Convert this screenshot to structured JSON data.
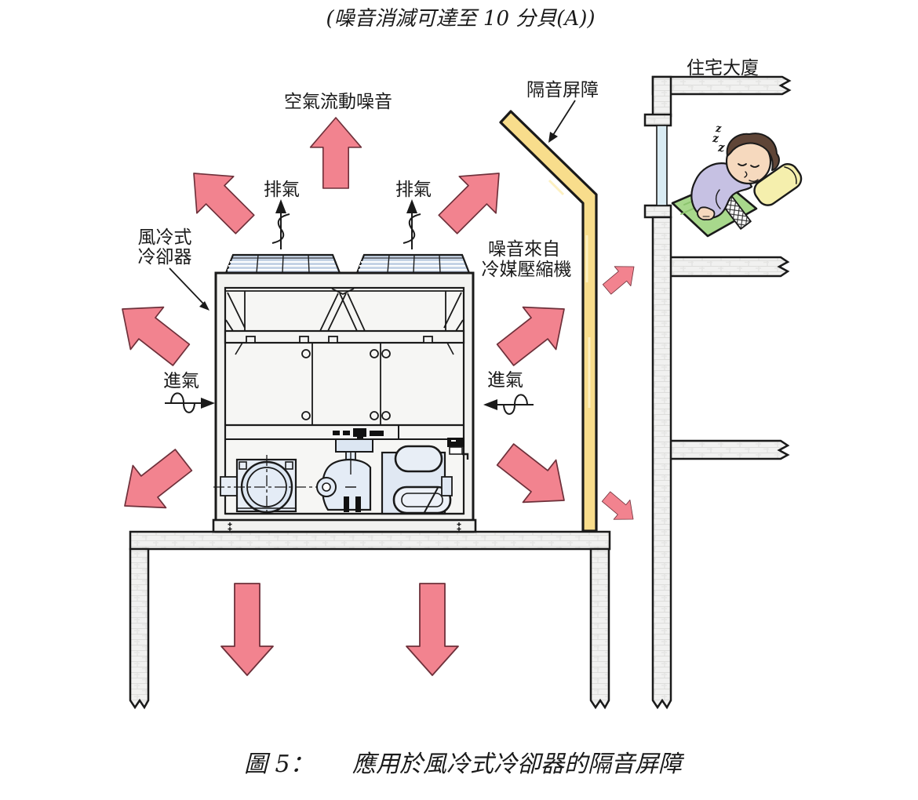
{
  "figure": {
    "top_caption": "(噪音消減可達至 10 分貝(A))",
    "figure_label": "圖 5：",
    "figure_title": "應用於風冷式冷卻器的隔音屏障"
  },
  "labels": {
    "airflow_noise": "空氣流動噪音",
    "exhaust_left": "排氣",
    "exhaust_right": "排氣",
    "chiller_line1": "風冷式",
    "chiller_line2": "冷卻器",
    "intake_left": "進氣",
    "intake_right": "進氣",
    "compressor_noise_line1": "噪音來自",
    "compressor_noise_line2": "冷媒壓縮機",
    "barrier": "隔音屏障",
    "building": "住宅大廈",
    "sleep": [
      "z",
      "z",
      "z"
    ]
  },
  "palette": {
    "noise_arrow_pink": "#F2838F",
    "arrow_outline": "#6E303A",
    "barrier_yellow": "#F8DD8C",
    "machinery_blue": "#DDE6F2",
    "grille_blue": "#C5D3E5",
    "casing_grey": "#F2F2F0",
    "masonry_grey": "#F1F1F0",
    "window_blue": "#D9EBF3",
    "blanket_green": "#A8D88C",
    "shirt_purple": "#C6C1E3",
    "pillow_yellow": "#F5EFAD",
    "skin": "#F6D9BE",
    "hair_brown": "#5F4537",
    "line_black": "#1a1a1a"
  }
}
